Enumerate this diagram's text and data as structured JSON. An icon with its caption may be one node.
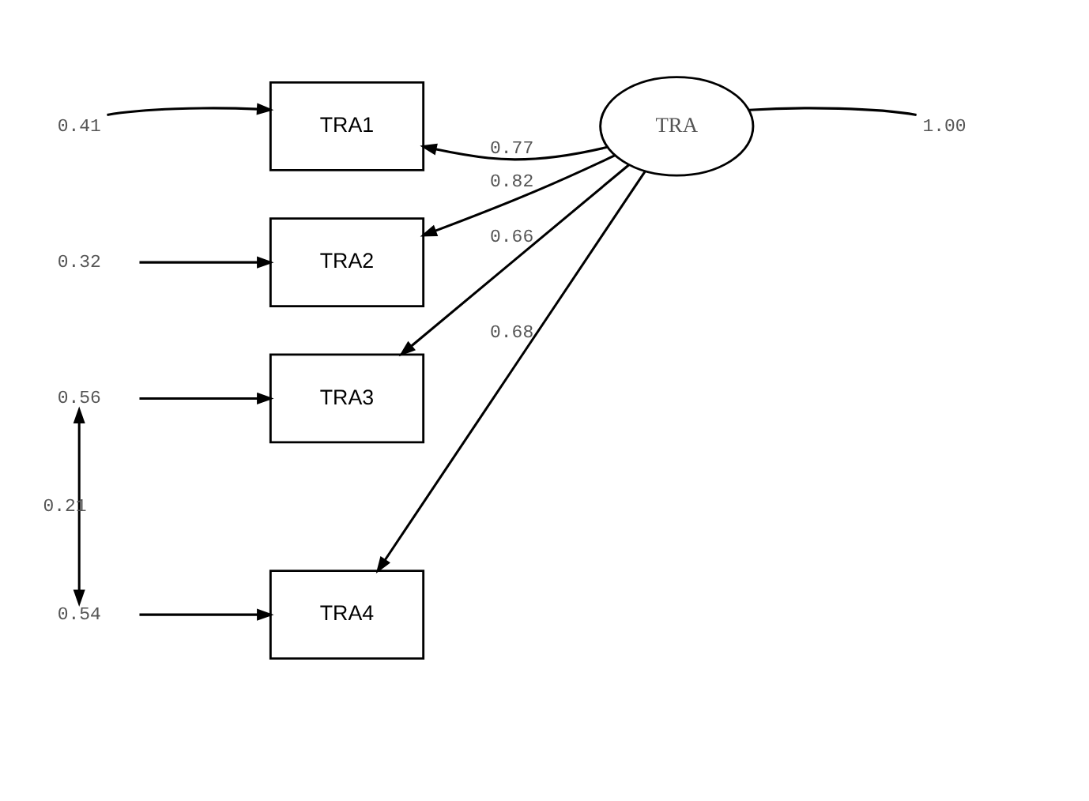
{
  "diagram": {
    "nodes": [
      {
        "text": [
          "0.41"
        ]
      },
      {
        "text": [
          "TRA1"
        ]
      },
      {
        "text": [
          "0.32"
        ]
      },
      {
        "text": [
          "TRA2"
        ]
      },
      {
        "text": [
          "0.56"
        ]
      },
      {
        "text": [
          "TRA3"
        ]
      },
      {
        "text": [
          "0.54"
        ]
      },
      {
        "text": [
          "TRA4"
        ]
      },
      {
        "text": [
          "TRA"
        ]
      },
      {
        "text": [
          "1.00"
        ]
      }
    ],
    "edges": [
      {
        "from": 0,
        "to": 1,
        "arrow": "to"
      },
      {
        "from": 2,
        "to": 3,
        "arrow": "to"
      },
      {
        "from": 4,
        "to": 5,
        "arrow": "to"
      },
      {
        "from": 6,
        "to": 7,
        "arrow": "to"
      },
      {
        "from": 8,
        "to": 1,
        "arrow": "to",
        "label": "0.77"
      },
      {
        "from": 8,
        "to": 3,
        "arrow": "to",
        "label": "0.82"
      },
      {
        "from": 8,
        "to": 5,
        "arrow": "to",
        "label": "0.66"
      },
      {
        "from": 8,
        "to": 7,
        "arrow": "to",
        "label": "0.68"
      },
      {
        "from": 9,
        "to": 8,
        "arrow": "none"
      },
      {
        "from": 4,
        "to": 6,
        "arrow": "both",
        "label": "0.21"
      }
    ]
  }
}
